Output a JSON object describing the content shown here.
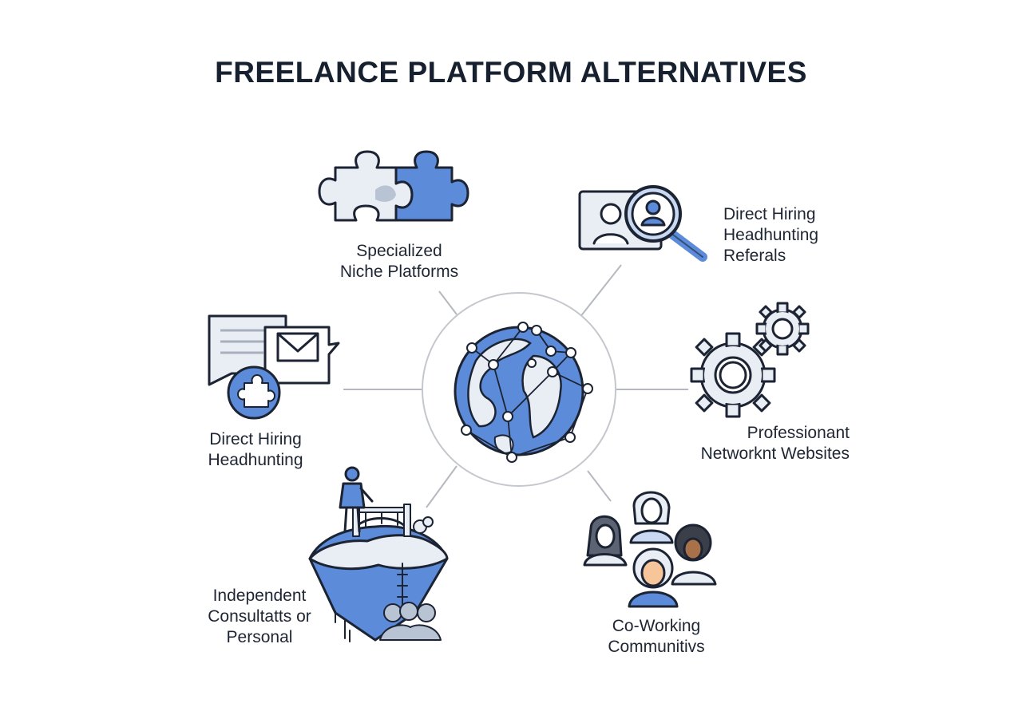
{
  "title": "FREELANCE PLATFORM ALTERNATIVES",
  "nodes": [
    {
      "id": "top-left",
      "lines": [
        "Specialized",
        "Niche Platforms"
      ]
    },
    {
      "id": "top-right",
      "lines": [
        "Direct Hiring",
        "Headhunting",
        "Referals"
      ]
    },
    {
      "id": "mid-left",
      "lines": [
        "Direct Hiring",
        "Headhunting"
      ]
    },
    {
      "id": "mid-right",
      "lines": [
        "Professionant",
        "Networknt Websites"
      ]
    },
    {
      "id": "bottom-left",
      "lines": [
        "Independent",
        "Consultatts or",
        "Personal"
      ]
    },
    {
      "id": "bottom-right",
      "lines": [
        "Co-Working",
        "Communitivs"
      ]
    }
  ],
  "colors": {
    "primary_blue": "#5b8bd9",
    "light_blue": "#c9d9f2",
    "dark_stroke": "#1c2333",
    "connector_gray": "#b5b8bf",
    "pale_fill": "#e9edf4"
  },
  "icons": {
    "center": "globe-network-icon",
    "top-left": "puzzle-pieces-icon",
    "top-right": "profile-search-icon",
    "mid-left": "message-mail-icon",
    "mid-right": "gears-icon",
    "bottom-left": "person-bridge-island-icon",
    "bottom-right": "people-group-icon"
  }
}
